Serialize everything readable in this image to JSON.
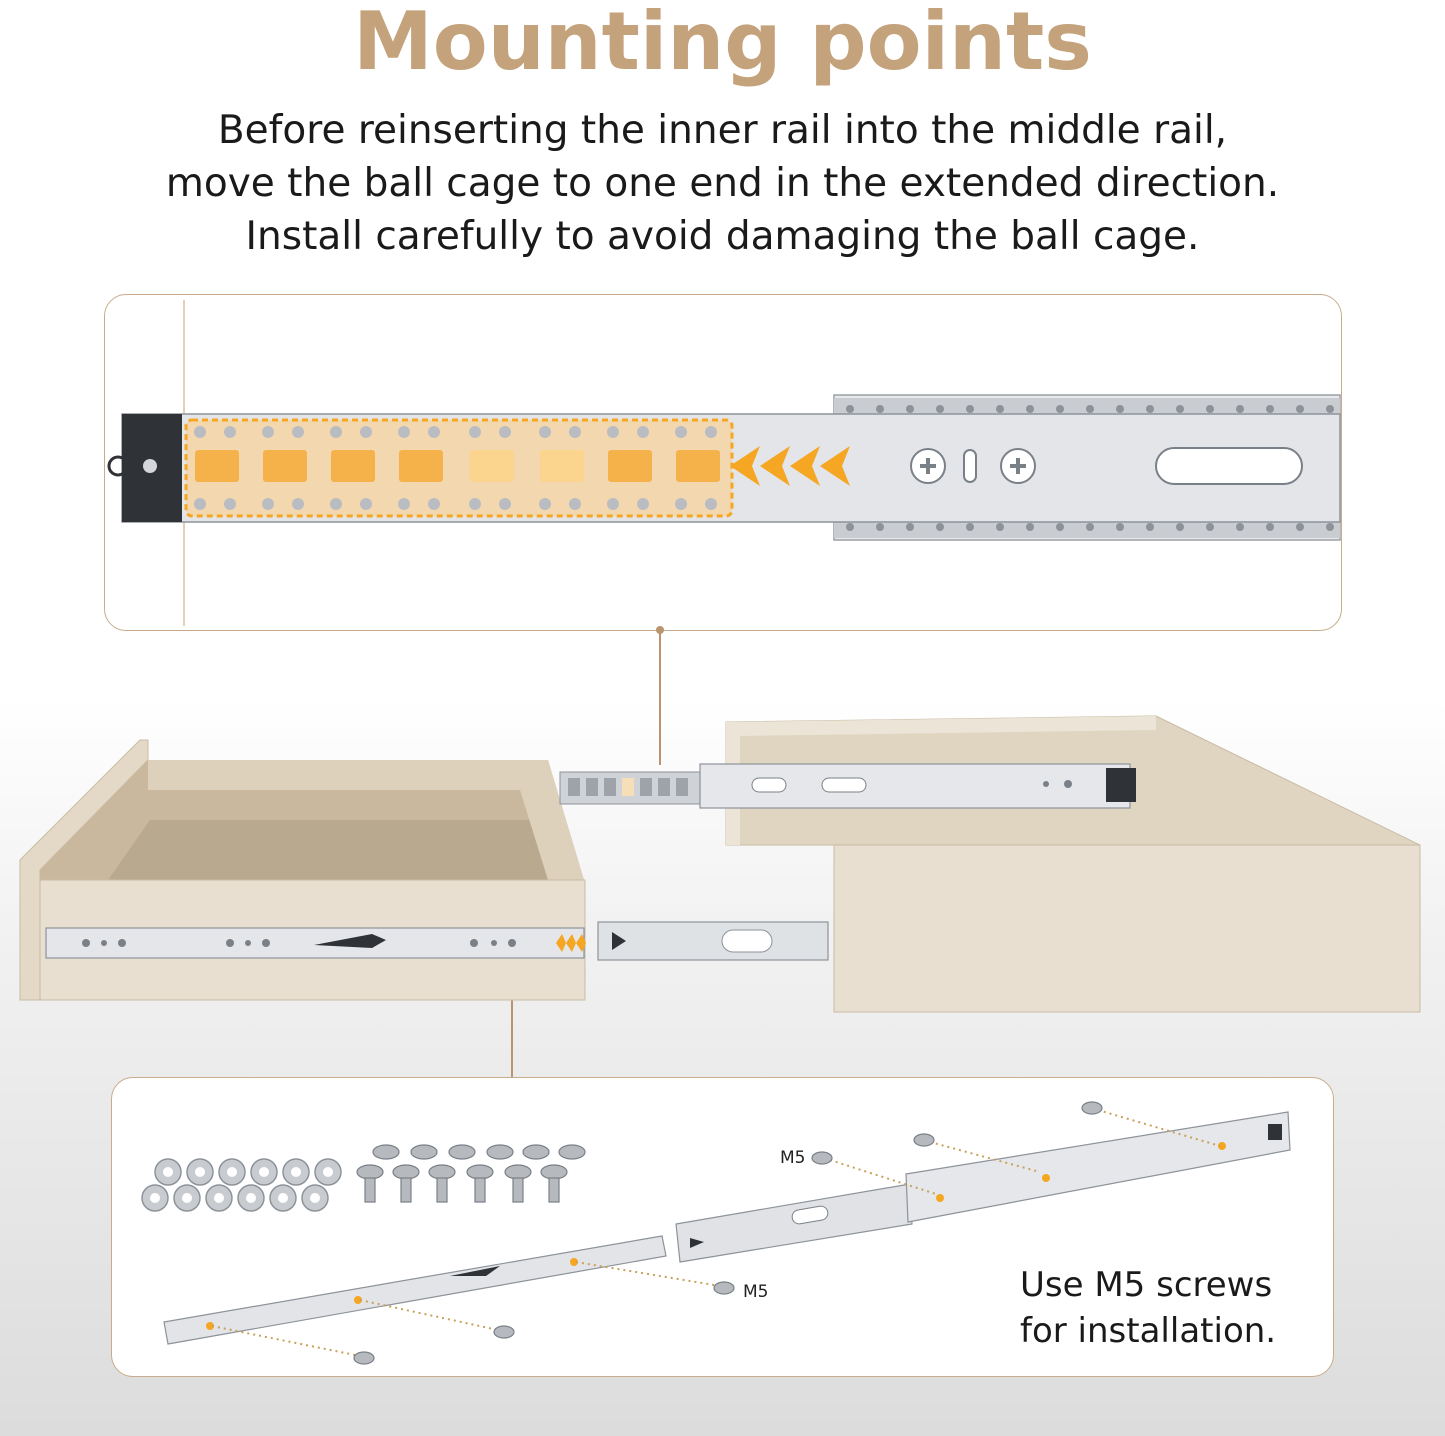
{
  "header": {
    "title": "Mounting points",
    "lines": [
      "Before reinserting the inner rail into the middle rail,",
      "move the ball cage to one end in the extended direction.",
      "Install carefully to avoid damaging the ball cage."
    ]
  },
  "callouts": {
    "screw_label_upper": "M5",
    "screw_label_lower": "M5"
  },
  "note": {
    "line1": "Use M5 screws",
    "line2": "for installation."
  },
  "colors": {
    "accent": "#c4a27b",
    "highlight": "#f5a623",
    "wood": "#e6dccd",
    "steel": "#c8cbd0"
  }
}
